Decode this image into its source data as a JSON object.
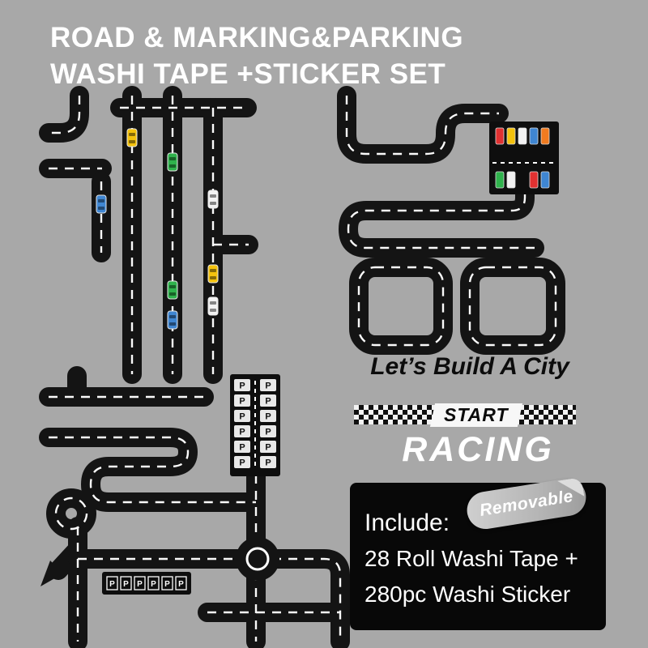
{
  "poster": {
    "title_line1": "ROAD & MARKING&PARKING",
    "title_line2": "WASHI TAPE +STICKER SET",
    "tagline": "Let’s Build A City",
    "start_label": "START",
    "racing_label": "RACING"
  },
  "include_box": {
    "title": "Include:",
    "line_tape": "28 Roll Washi Tape +",
    "line_sticker": "280pc Washi Sticker",
    "badge": "Removable"
  },
  "stickers": {
    "parking_letter": "P",
    "car_colors": [
      "yellow",
      "green",
      "blue",
      "white",
      "red",
      "orange"
    ]
  },
  "colors": {
    "background": "#a8a8a8",
    "road_black": "#141414",
    "lane_white": "#fafafa",
    "car_yellow": "#f4c20d",
    "car_green": "#2fb24c",
    "car_blue": "#3f86d2",
    "car_white": "#f2f2f2",
    "car_red": "#e03131",
    "car_orange": "#f07b20",
    "include_box_bg": "#080808",
    "badge_gray": "#bdbdbd",
    "text_white": "#ffffff",
    "text_black": "#0c0c0c"
  }
}
